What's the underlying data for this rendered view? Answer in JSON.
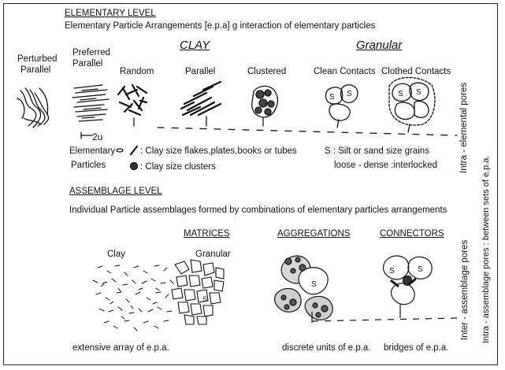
{
  "elementary": {
    "heading": "ELEMENTARY LEVEL",
    "subtitle": "Elementary Particle Arrangements [e.p.a] g interaction of elementary particles",
    "clay_label": "CLAY",
    "granular_label": "Granular",
    "arrangements": [
      {
        "label_line1": "Perturbed",
        "label_line2": "Parallel"
      },
      {
        "label_line1": "Preferred",
        "label_line2": "Parallel"
      },
      {
        "label_line1": "Random",
        "label_line2": ""
      },
      {
        "label_line1": "Parallel",
        "label_line2": ""
      },
      {
        "label_line1": "Clustered",
        "label_line2": ""
      },
      {
        "label_line1": "Clean Contacts",
        "label_line2": ""
      },
      {
        "label_line1": "Clothed Contacts",
        "label_line2": ""
      }
    ],
    "scale_label": "2u",
    "grain_letter": "S",
    "legend": {
      "particles_line1": "Elementary",
      "particles_line2": "Particles",
      "flakes": ": Clay size flakes,plates,books or tubes",
      "clusters": ": Clay size clusters",
      "silt": "S : Silt or sand size grains",
      "packing": "loose - dense :interlocked"
    }
  },
  "assemblage": {
    "heading": "ASSEMBLAGE LEVEL",
    "subtitle": "Individual Particle assemblages formed by combinations of elementary particles arrangements",
    "matrices": "MATRICES",
    "aggregations": "AGGREGATIONS",
    "connectors": "CONNECTORS",
    "clay": "Clay",
    "granular": "Granular",
    "caption_matrices": "extensive array of e.p.a.",
    "caption_aggregations": "discrete units of e.p.a.",
    "caption_connectors": "bridges of e.p.a."
  },
  "pores": {
    "intra_elemental": "Intra - elemental pores",
    "inter_assemblage": "Inter - assemblage pores",
    "intra_assemblage": "Intra - assemblage pores : between sets of e.p.a."
  }
}
